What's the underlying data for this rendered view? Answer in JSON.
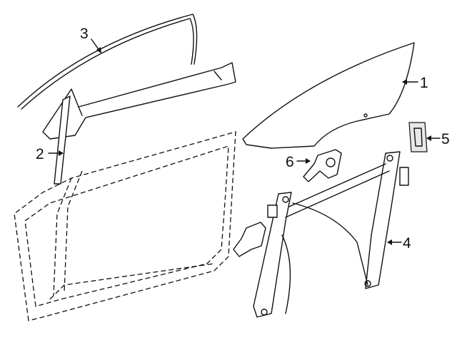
{
  "diagram": {
    "callouts": [
      {
        "id": "1",
        "label": "1",
        "part": "glass"
      },
      {
        "id": "2",
        "label": "2",
        "part": "channel"
      },
      {
        "id": "3",
        "label": "3",
        "part": "weatherstrip"
      },
      {
        "id": "4",
        "label": "4",
        "part": "regulator"
      },
      {
        "id": "5",
        "label": "5",
        "part": "module"
      },
      {
        "id": "6",
        "label": "6",
        "part": "motor"
      }
    ],
    "line_color": "#111111",
    "background": "#ffffff"
  }
}
